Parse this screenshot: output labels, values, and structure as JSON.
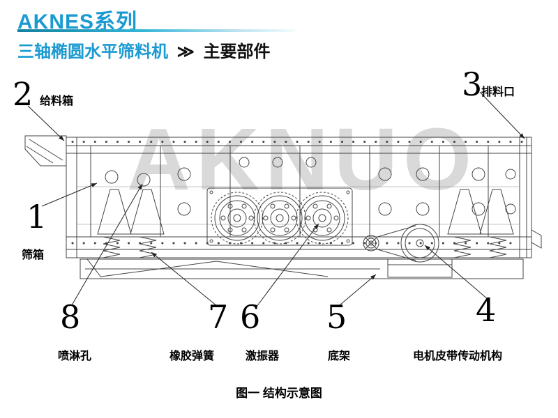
{
  "colors": {
    "accent_blue": "#1b9ad2",
    "diagram_line": "#444444",
    "watermark_gray": "#d9d9d9"
  },
  "header": {
    "series_title": "AKNES系列",
    "machine_name": "三轴椭圆水平筛料机",
    "separator": "≫",
    "section_title": "主要部件"
  },
  "watermark": "AKNUO",
  "figure_caption": "图一 结构示意图",
  "labels": [
    {
      "num": "1",
      "text": "筛箱"
    },
    {
      "num": "2",
      "text": "给料箱"
    },
    {
      "num": "3",
      "text": "排料口"
    },
    {
      "num": "4",
      "text": "电机皮带传动机构"
    },
    {
      "num": "5",
      "text": "底架"
    },
    {
      "num": "6",
      "text": "激振器"
    },
    {
      "num": "7",
      "text": "橡胶弹簧"
    },
    {
      "num": "8",
      "text": "喷淋孔"
    }
  ]
}
